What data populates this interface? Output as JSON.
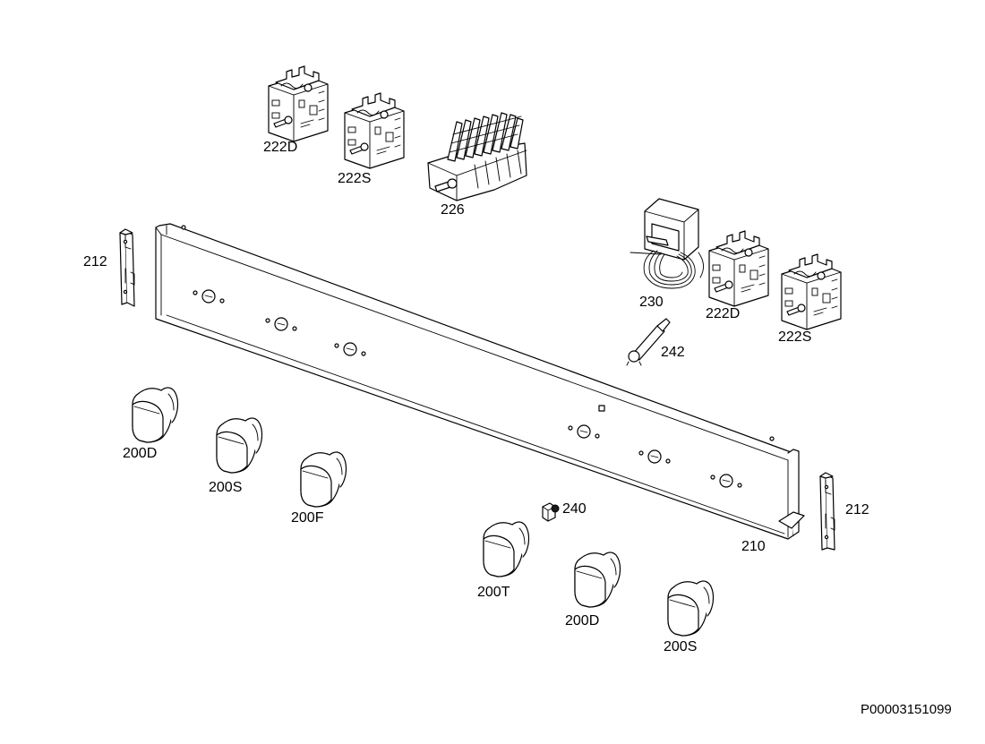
{
  "diagram": {
    "drawing_code": "P00003151099",
    "labels": {
      "switch_222d_top": "222D",
      "switch_222s_top": "222S",
      "selector_226": "226",
      "bracket_212_left": "212",
      "thermostat_230": "230",
      "switch_222d_right": "222D",
      "switch_222s_right": "222S",
      "lamp_242": "242",
      "knob_200d_left": "200D",
      "knob_200s_left": "200S",
      "knob_200f": "200F",
      "indicator_240": "240",
      "panel_210": "210",
      "bracket_212_right": "212",
      "knob_200t": "200T",
      "knob_200d_right": "200D",
      "knob_200s_right": "200S"
    }
  }
}
